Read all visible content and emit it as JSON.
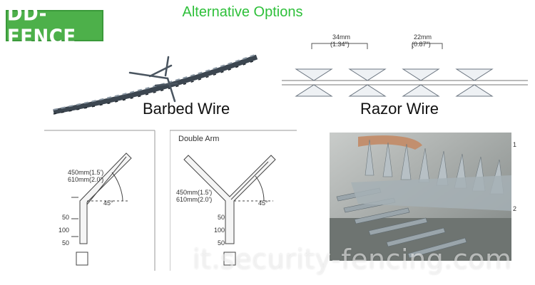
{
  "brand": {
    "logo_text": "DD-FENCE"
  },
  "header": {
    "title": "Alternative Options"
  },
  "options": {
    "barbed_wire": {
      "caption": "Barbed Wire"
    },
    "razor_wire": {
      "caption": "Razor Wire",
      "dim_left_mm": "34mm",
      "dim_left_in": "(1.34\")",
      "dim_right_mm": "22mm",
      "dim_right_in": "(0.87\")"
    }
  },
  "diagrams": {
    "single_arm": {
      "length_1": "450mm(1.5')",
      "length_2": "610mm(2.0')",
      "angle": "45°",
      "dim_top": "50",
      "dim_mid": "100",
      "dim_bottom": "50"
    },
    "double_arm": {
      "title": "Double Arm",
      "length_1": "450mm(1.5')",
      "length_2": "610mm(2.0')",
      "angle": "45°",
      "dim_top": "50",
      "dim_mid": "100",
      "dim_bottom": "50"
    }
  },
  "photo": {
    "edge_mark_1": "1",
    "edge_mark_2": "2"
  },
  "watermark": {
    "text": "it.security-fencing.com"
  },
  "colors": {
    "brand_green": "#4db04a",
    "title_green": "#2ec03a"
  }
}
